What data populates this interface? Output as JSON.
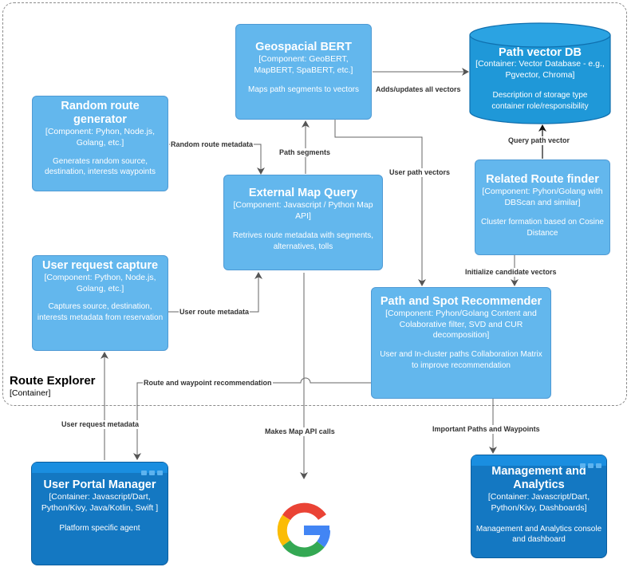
{
  "boundary": {
    "title": "Route Explorer",
    "subtitle": "[Container]"
  },
  "components": {
    "geo_bert": {
      "name": "Geospacial BERT",
      "tech": "[Component: GeoBERT, MapBERT, SpaBERT, etc.]",
      "desc": "Maps path segments to vectors"
    },
    "random_route": {
      "name": "Random route generator",
      "tech": "[Component: Pyhon, Node.js, Golang, etc.]",
      "desc": "Generates random source, destination, interests waypoints"
    },
    "external_map": {
      "name": "External Map Query",
      "tech": "[Component: Javascript / Python Map API]",
      "desc": "Retrives route metadata with segments, alternatives, tolls"
    },
    "user_request": {
      "name": "User request capture",
      "tech": "[Component: Python, Node.js, Golang, etc.]",
      "desc": "Captures source, destination, interests metadata from reservation"
    },
    "related_route": {
      "name": "Related Route finder",
      "tech": "[Component: Pyhon/Golang with DBScan and similar]",
      "desc": "Cluster formation based on Cosine Distance"
    },
    "recommender": {
      "name": "Path and Spot Recommender",
      "tech": "[Component: Pyhon/Golang Content and Colaborative filter, SVD and CUR decomposition]",
      "desc": "User and In-cluster paths Collaboration Matrix to improve recommendation"
    }
  },
  "database": {
    "name": "Path vector DB",
    "tech": "[Container: Vector Database - e.g., Pgvector, Chroma]",
    "desc": "Description of storage type container role/responsibility"
  },
  "external": {
    "portal": {
      "name": "User Portal Manager",
      "tech": "[Container: Javascript/Dart, Python/Kivy, Java/Kotlin, Swift ]",
      "desc": "Platform specific agent"
    },
    "analytics": {
      "name": "Management and Analytics",
      "tech": "[Container: Javascript/Dart, Python/Kivy, Dashboards]",
      "desc": "Management and Analytics console and dashboard"
    }
  },
  "edges": {
    "adds_updates": "Adds/updates all vectors",
    "random_meta": "Random route metadata",
    "path_segments": "Path segments",
    "user_path_vectors": "User path vectors",
    "query_path_vector": "Query path vector",
    "init_candidates": "Initialize candidate vectors",
    "user_route_meta": "User route metadata",
    "route_waypoint_rec": "Route and waypoint recommendation",
    "user_request_meta": "User request metadata",
    "map_api_calls": "Makes Map API calls",
    "important_paths": "Important Paths and Waypoints"
  },
  "logo": {
    "icon": "google-logo-icon"
  }
}
